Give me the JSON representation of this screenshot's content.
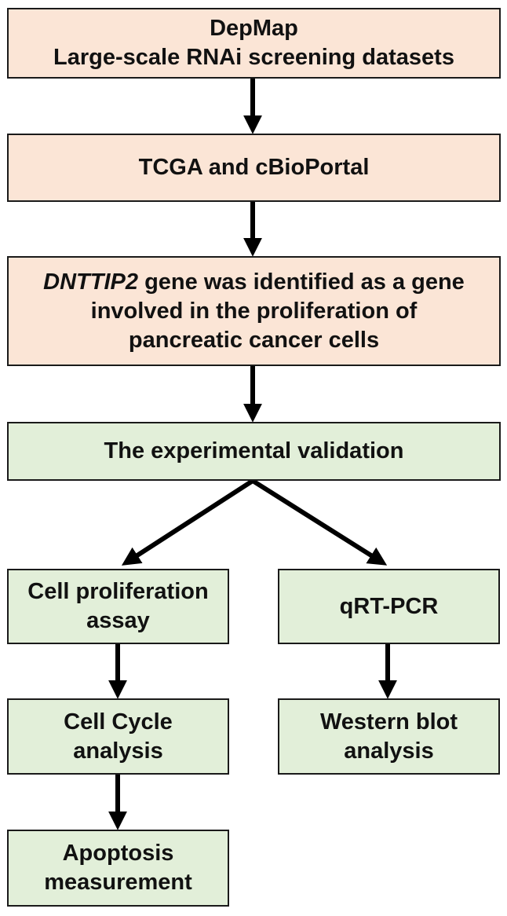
{
  "colors": {
    "top_fill": "#fbe5d6",
    "bottom_fill": "#e2efd9",
    "border": "#1a1a1a",
    "arrow": "#000000"
  },
  "nodes": {
    "depmap": {
      "line1": "DepMap",
      "line2": "Large-scale RNAi screening datasets"
    },
    "tcga": {
      "label": "TCGA and cBioPortal"
    },
    "dnttip2": {
      "gene": "DNTTIP2",
      "line1_rest": " gene was identified as a gene",
      "line2": "involved in the proliferation of",
      "line3": "pancreatic cancer cells"
    },
    "validation": {
      "label": "The experimental validation"
    },
    "proliferation": {
      "line1": "Cell proliferation",
      "line2": "assay"
    },
    "qrtpcr": {
      "label": "qRT-PCR"
    },
    "cellcycle": {
      "line1": "Cell Cycle",
      "line2": "analysis"
    },
    "western": {
      "line1": "Western blot",
      "line2": "analysis"
    },
    "apoptosis": {
      "line1": "Apoptosis",
      "line2": "measurement"
    }
  },
  "edges": [
    {
      "from": "depmap",
      "to": "tcga"
    },
    {
      "from": "tcga",
      "to": "dnttip2"
    },
    {
      "from": "dnttip2",
      "to": "validation"
    },
    {
      "from": "validation",
      "to": "proliferation"
    },
    {
      "from": "validation",
      "to": "qrtpcr"
    },
    {
      "from": "proliferation",
      "to": "cellcycle"
    },
    {
      "from": "qrtpcr",
      "to": "western"
    },
    {
      "from": "cellcycle",
      "to": "apoptosis"
    }
  ]
}
